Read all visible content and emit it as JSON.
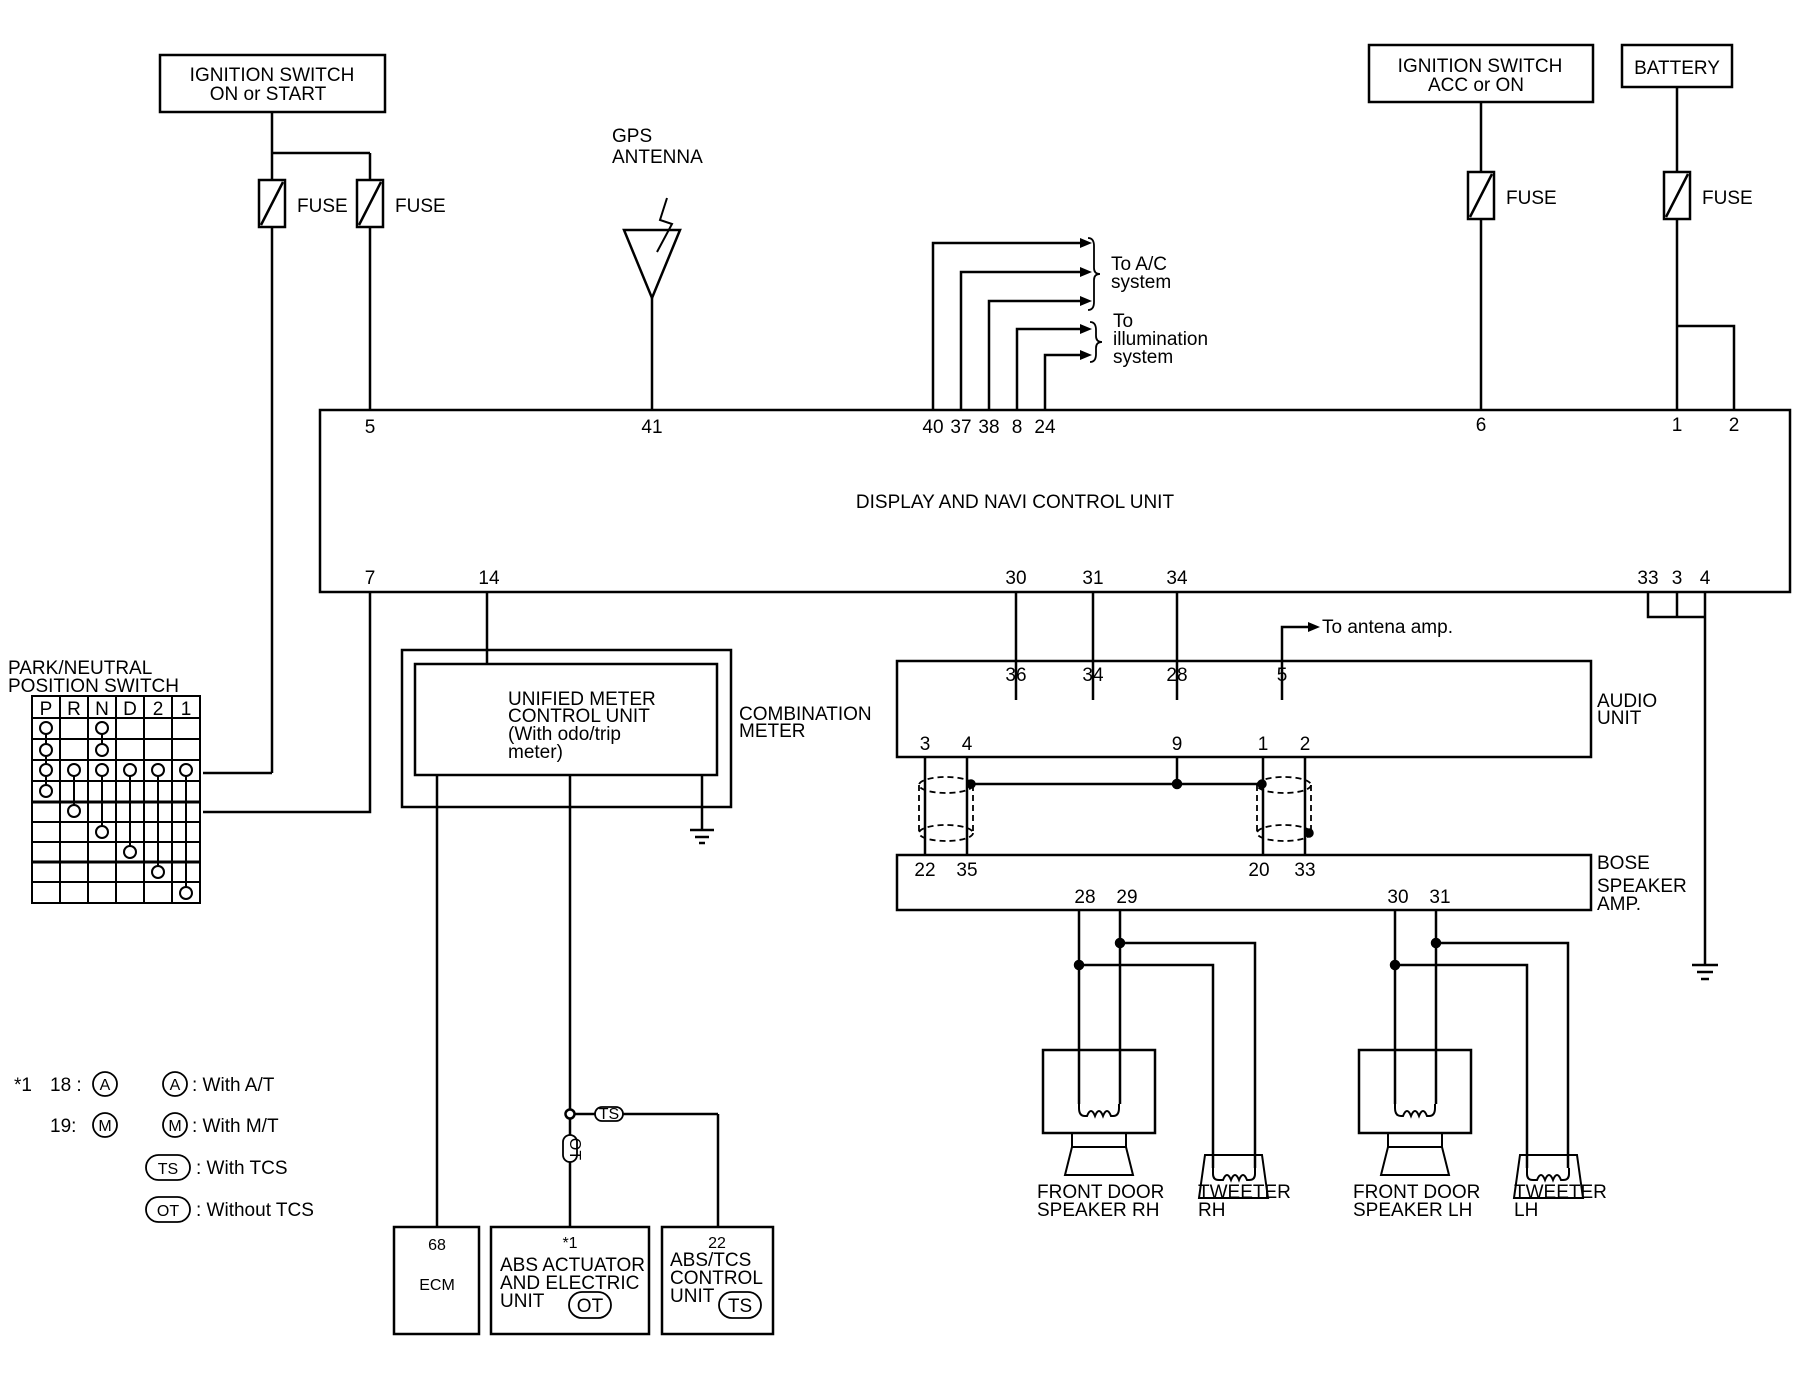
{
  "power_sources": {
    "ign_on_start": [
      "IGNITION SWITCH",
      "ON or START"
    ],
    "ign_acc_on": [
      "IGNITION SWITCH",
      "ACC or ON"
    ],
    "battery": "BATTERY",
    "fuse_label": "FUSE"
  },
  "gps_antenna": [
    "GPS",
    "ANTENNA"
  ],
  "main_unit": {
    "name": "DISPLAY AND NAVI CONTROL UNIT",
    "top_pins": [
      "5",
      "41",
      "40",
      "37",
      "38",
      "8",
      "24",
      "6",
      "1",
      "2"
    ],
    "bottom_pins": [
      "7",
      "14",
      "30",
      "31",
      "34",
      "33",
      "3",
      "4"
    ]
  },
  "destinations": {
    "ac": [
      "To A/C",
      "system"
    ],
    "illumination": [
      "To",
      "illumination",
      "system"
    ],
    "antenna_amp": "To antena amp."
  },
  "pnp_switch": {
    "title": [
      "PARK/NEUTRAL",
      "POSITION SWITCH"
    ],
    "columns": [
      "P",
      "R",
      "N",
      "D",
      "2",
      "1"
    ]
  },
  "combination_meter": {
    "label": [
      "COMBINATION",
      "METER"
    ],
    "inner": [
      "UNIFIED METER",
      "CONTROL UNIT",
      "(With odo/trip",
      "meter)"
    ]
  },
  "audio_unit": {
    "label": [
      "AUDIO",
      "UNIT"
    ],
    "top_pins": [
      "36",
      "34",
      "28",
      "5"
    ],
    "bottom_pins": [
      "3",
      "4",
      "9",
      "1",
      "2"
    ]
  },
  "bose_amp": {
    "label": [
      "BOSE",
      "SPEAKER",
      "AMP."
    ],
    "top_pins": [
      "22",
      "35",
      "20",
      "33"
    ],
    "bottom_pins": [
      "28",
      "29",
      "30",
      "31"
    ]
  },
  "speakers": {
    "front_rh": [
      "FRONT DOOR",
      "SPEAKER RH"
    ],
    "tweeter_rh": [
      "TWEETER",
      "RH"
    ],
    "front_lh": [
      "FRONT DOOR",
      "SPEAKER LH"
    ],
    "tweeter_lh": [
      "TWEETER",
      "LH"
    ]
  },
  "bottom_units": {
    "ecm": {
      "pin": "68",
      "name": "ECM"
    },
    "abs": {
      "pin": "*1",
      "lines": [
        "ABS ACTUATOR",
        "AND ELECTRIC",
        "UNIT"
      ],
      "badge": "OT"
    },
    "tcs": {
      "pin": "22",
      "lines": [
        "ABS/TCS",
        "CONTROL",
        "UNIT"
      ],
      "badge": "TS"
    }
  },
  "wire_badges": {
    "ts": "TS",
    "ot": "OT"
  },
  "legend": {
    "note_marker": "*1",
    "note_rows": [
      "18 :",
      "19:"
    ],
    "note_badges": [
      "A",
      "M"
    ],
    "items": [
      {
        "badge": "A",
        "text": ": With A/T"
      },
      {
        "badge": "M",
        "text": ": With M/T"
      },
      {
        "badge": "TS",
        "text": ": With TCS"
      },
      {
        "badge": "OT",
        "text": ": Without TCS"
      }
    ]
  }
}
